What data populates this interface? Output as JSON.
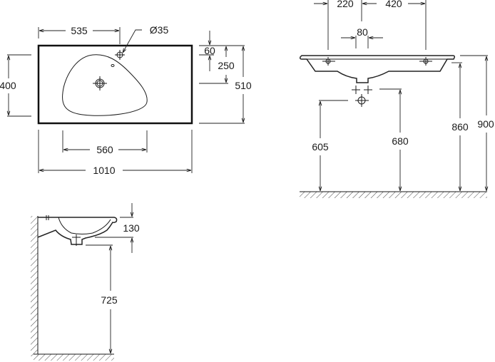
{
  "top_view": {
    "dim_tap_offset": "535",
    "dim_tap_diameter": "Ø35",
    "dim_tap_from_back": "60",
    "dim_drain_from_back": "250",
    "dim_depth": "510",
    "dim_bowl_depth": "400",
    "dim_bowl_width": "560",
    "dim_width": "1010"
  },
  "front_view": {
    "dim_left_tap": "220",
    "dim_tap_spacing": "420",
    "dim_waste_spacing": "80",
    "dim_trap_height": "605",
    "dim_supply_height": "680",
    "dim_underside_height": "860",
    "dim_rim_height": "900"
  },
  "side_view": {
    "dim_basin_height": "130",
    "dim_waste_height": "725"
  }
}
